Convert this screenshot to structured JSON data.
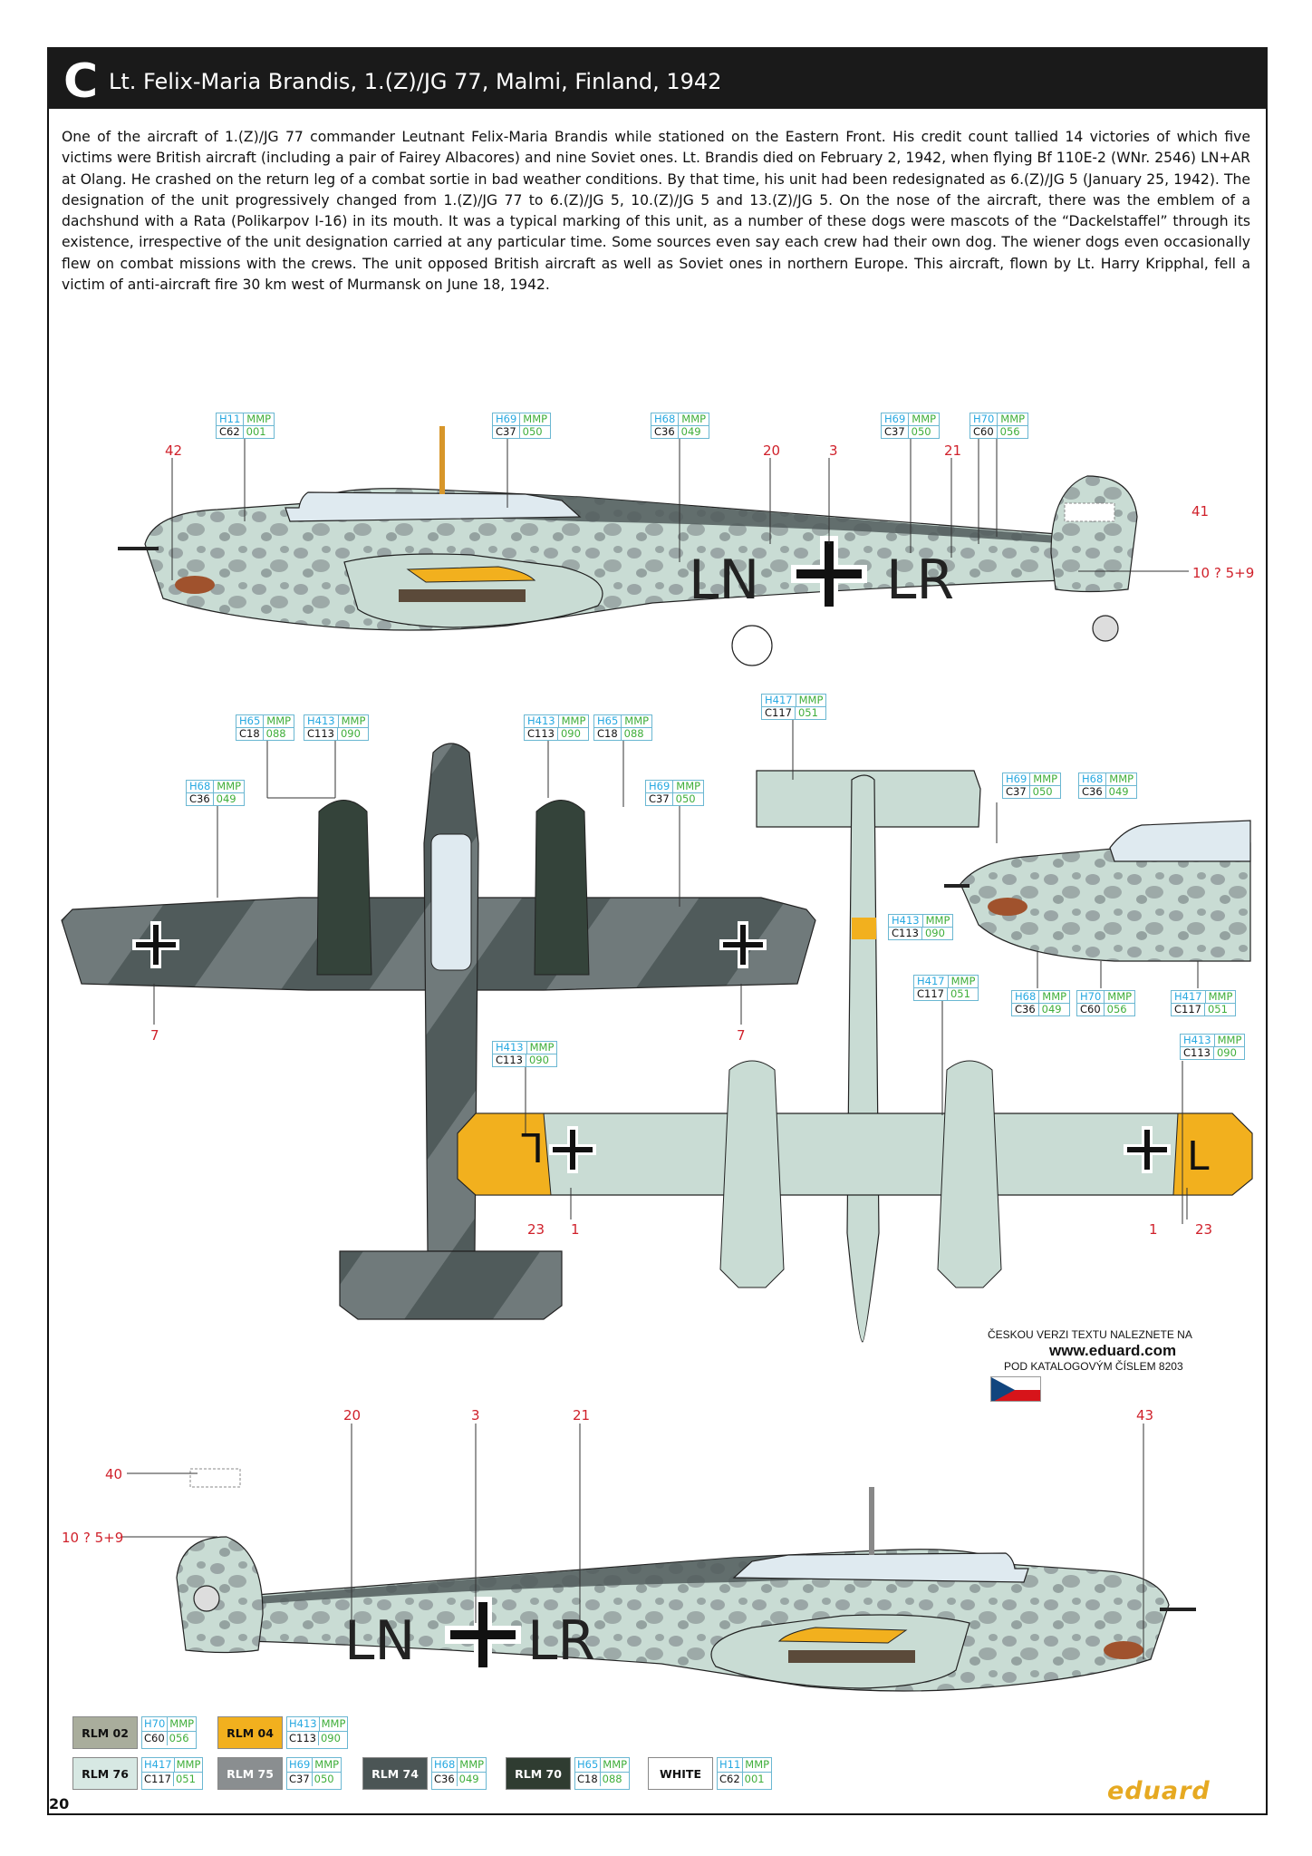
{
  "header": {
    "letter": "C",
    "title": "Lt. Felix-Maria Brandis, 1.(Z)/JG 77, Malmi, Finland, 1942"
  },
  "description": "One of the aircraft of 1.(Z)/JG 77 commander Leutnant Felix-Maria Brandis while stationed on the Eastern Front. His credit count tallied 14 victories of which five victims were British aircraft (including a pair of Fairey Albacores) and nine Soviet ones. Lt. Brandis died on February 2, 1942, when flying Bf 110E-2 (WNr. 2546) LN+AR at Olang. He crashed on the return leg of a combat sortie in bad weather conditions. By that time, his unit had been redesignated as 6.(Z)/JG 5 (January 25, 1942). The designation of the unit progressively changed from 1.(Z)/JG 77 to 6.(Z)/JG 5, 10.(Z)/JG 5 and 13.(Z)/JG 5. On the nose of the aircraft, there was the emblem of a dachshund with a Rata (Polikarpov I-16) in its mouth. It was a typical marking of this unit, as a number of these dogs were mascots of the “Dackelstaffel” through its existence, irrespective of the unit designation carried at any particular time. Some sources even say each crew had their own dog. The wiener dogs even occasionally flew on combat missions with the crews. The unit opposed British aircraft as well as Soviet ones in northern Europe. This aircraft, flown by Lt. Harry Kripphal, fell a victim of anti-aircraft fire 30 km west of Murmansk on June 18, 1942.",
  "aircraft_markings": {
    "code_left": "LN",
    "code_right": "LR",
    "wing_letter": "L"
  },
  "callouts": {
    "side_top": [
      {
        "h": "H11",
        "m": "MMP",
        "c": "C62",
        "n": "001"
      },
      {
        "h": "H69",
        "m": "MMP",
        "c": "C37",
        "n": "050"
      },
      {
        "h": "H68",
        "m": "MMP",
        "c": "C36",
        "n": "049"
      },
      {
        "h": "H69",
        "m": "MMP",
        "c": "C37",
        "n": "050"
      },
      {
        "h": "H70",
        "m": "MMP",
        "c": "C60",
        "n": "056"
      }
    ],
    "upper_view": [
      {
        "h": "H65",
        "m": "MMP",
        "c": "C18",
        "n": "088"
      },
      {
        "h": "H413",
        "m": "MMP",
        "c": "C113",
        "n": "090"
      },
      {
        "h": "H413",
        "m": "MMP",
        "c": "C113",
        "n": "090"
      },
      {
        "h": "H65",
        "m": "MMP",
        "c": "C18",
        "n": "088"
      },
      {
        "h": "H68",
        "m": "MMP",
        "c": "C36",
        "n": "049"
      },
      {
        "h": "H69",
        "m": "MMP",
        "c": "C37",
        "n": "050"
      }
    ],
    "lower_view": [
      {
        "h": "H417",
        "m": "MMP",
        "c": "C117",
        "n": "051"
      },
      {
        "h": "H413",
        "m": "MMP",
        "c": "C113",
        "n": "090"
      },
      {
        "h": "H417",
        "m": "MMP",
        "c": "C117",
        "n": "051"
      },
      {
        "h": "H413",
        "m": "MMP",
        "c": "C113",
        "n": "090"
      },
      {
        "h": "H413",
        "m": "MMP",
        "c": "C113",
        "n": "090"
      }
    ],
    "nose_detail": [
      {
        "h": "H69",
        "m": "MMP",
        "c": "C37",
        "n": "050"
      },
      {
        "h": "H68",
        "m": "MMP",
        "c": "C36",
        "n": "049"
      },
      {
        "h": "H68",
        "m": "MMP",
        "c": "C36",
        "n": "049"
      },
      {
        "h": "H70",
        "m": "MMP",
        "c": "C60",
        "n": "056"
      },
      {
        "h": "H417",
        "m": "MMP",
        "c": "C117",
        "n": "051"
      }
    ]
  },
  "stencil_numbers": {
    "side_top": [
      "42",
      "20",
      "3",
      "21",
      "41",
      "10 ? 5+9"
    ],
    "upper_view": [
      "7",
      "7"
    ],
    "lower_view": [
      "23",
      "1",
      "1",
      "23"
    ],
    "side_bottom": [
      "20",
      "3",
      "21",
      "43",
      "40",
      "10 ? 5+9"
    ]
  },
  "czech_note": {
    "line1": "ČESKOU VERZI TEXTU NALEZNETE NA",
    "url": "www.eduard.com",
    "line3": "POD KATALOGOVÝM ČÍSLEM 8203"
  },
  "legend": [
    {
      "name": "RLM 02",
      "h": "H70",
      "m": "MMP",
      "c": "C60",
      "n": "056",
      "color": "#a9ad9c",
      "text_color": "#111111"
    },
    {
      "name": "RLM 04",
      "h": "H413",
      "m": "MMP",
      "c": "C113",
      "n": "090",
      "color": "#f2b01e",
      "text_color": "#111111"
    },
    {
      "name": "RLM 76",
      "h": "H417",
      "m": "MMP",
      "c": "C117",
      "n": "051",
      "color": "#d7e8e3",
      "text_color": "#111111"
    },
    {
      "name": "RLM 75",
      "h": "H69",
      "m": "MMP",
      "c": "C37",
      "n": "050",
      "color": "#8a8e90",
      "text_color": "#ffffff"
    },
    {
      "name": "RLM 74",
      "h": "H68",
      "m": "MMP",
      "c": "C36",
      "n": "049",
      "color": "#4b5555",
      "text_color": "#ffffff"
    },
    {
      "name": "RLM 70",
      "h": "H65",
      "m": "MMP",
      "c": "C18",
      "n": "088",
      "color": "#2f3c31",
      "text_color": "#ffffff"
    },
    {
      "name": "WHITE",
      "h": "H11",
      "m": "MMP",
      "c": "C62",
      "n": "001",
      "color": "#ffffff",
      "text_color": "#111111"
    }
  ],
  "page_number": "20",
  "logo": "eduard",
  "colors": {
    "rlm76": "#c9dcd4",
    "rlm75": "#8b9496",
    "rlm74": "#505b5b",
    "rlm70": "#34433a",
    "rlm04": "#f2b01e",
    "stencil_red": "#d0212b",
    "callout_blue": "#27a9e1",
    "callout_green": "#3fae3a"
  }
}
